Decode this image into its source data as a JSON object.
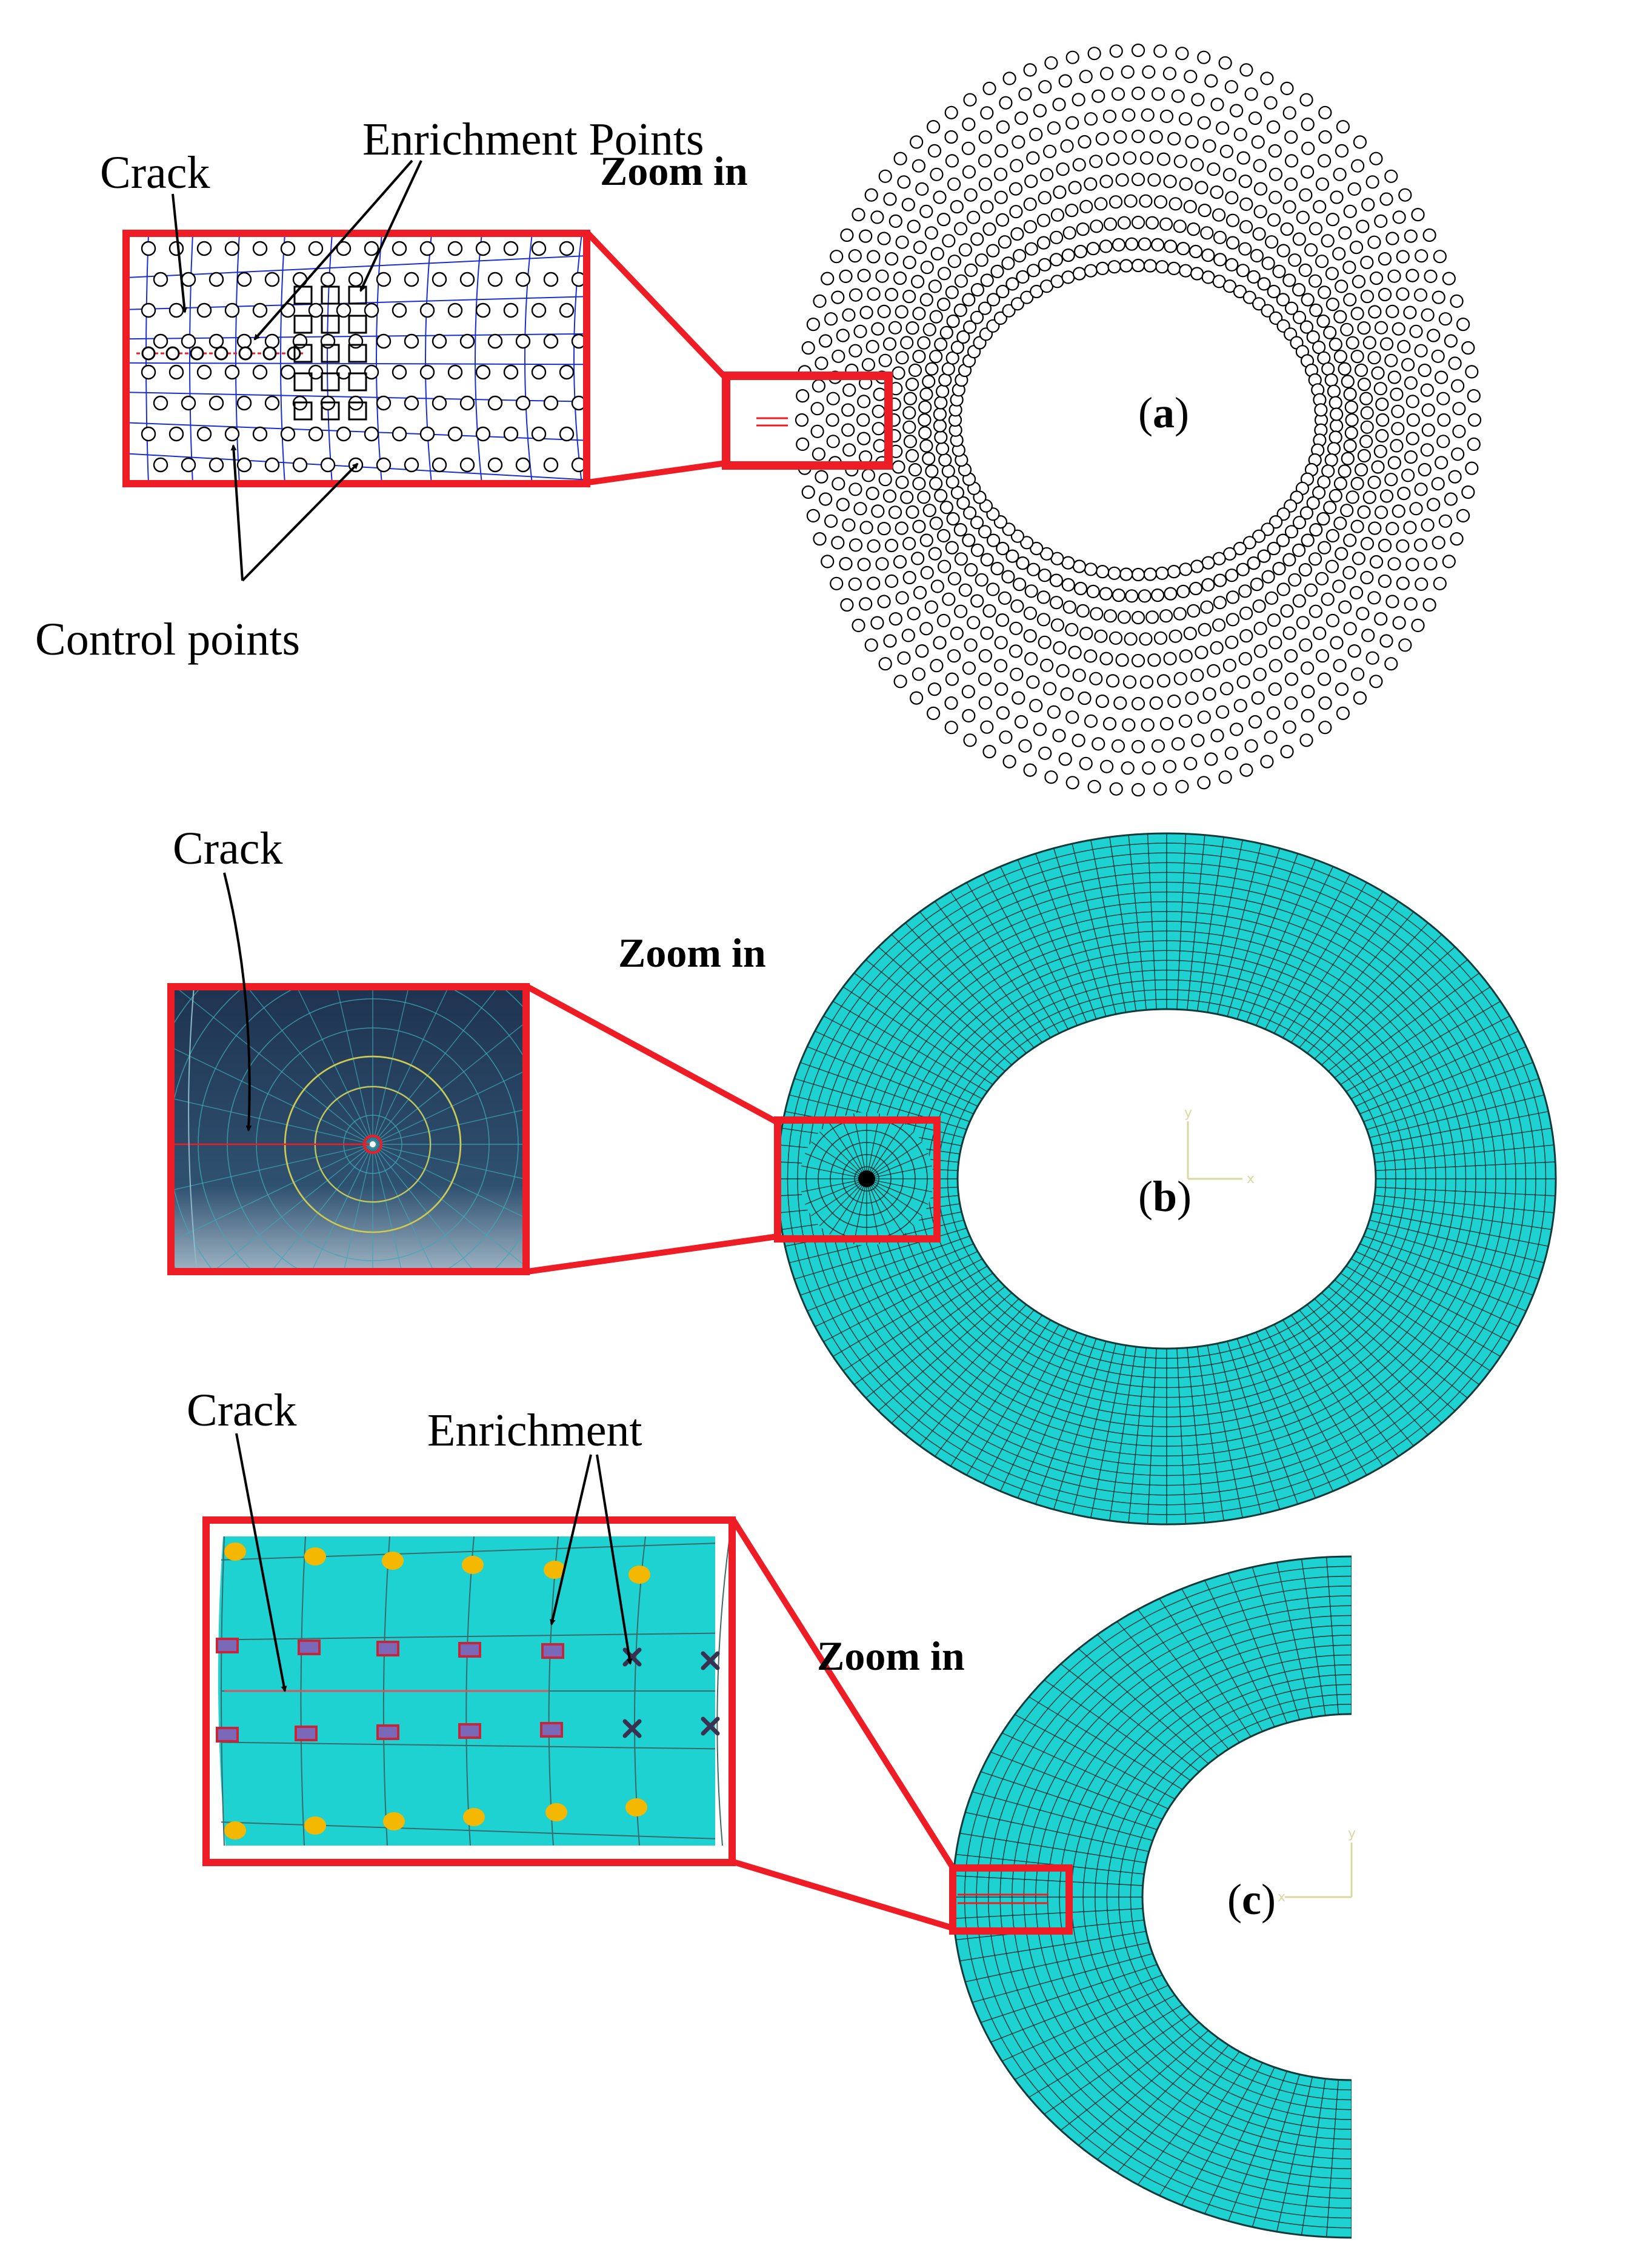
{
  "panel_a": {
    "crack_label": "Crack",
    "enrichment_label": "Enrichment Points",
    "zoom_label": "Zoom in",
    "control_label": "Control points",
    "panel_letter": "a"
  },
  "panel_b": {
    "crack_label": "Crack",
    "zoom_label": "Zoom in",
    "panel_letter": "b",
    "axis_x": "x",
    "axis_y": "y"
  },
  "panel_c": {
    "crack_label": "Crack",
    "enrichment_label": "Enrichment",
    "zoom_label": "Zoom in",
    "panel_letter": "c",
    "axis_x": "x",
    "axis_y": "y"
  },
  "colors": {
    "highlight": "#ee1c24",
    "mesh_fill": "#1ed2d2",
    "mesh_line": "#0f3a3a",
    "grid_blue": "#1a2fd0",
    "inset_dark": "#1e3a52",
    "node_yellow": "#f5b800",
    "enrich_box": "#c8253a",
    "enrich_cross": "#3a3050"
  }
}
